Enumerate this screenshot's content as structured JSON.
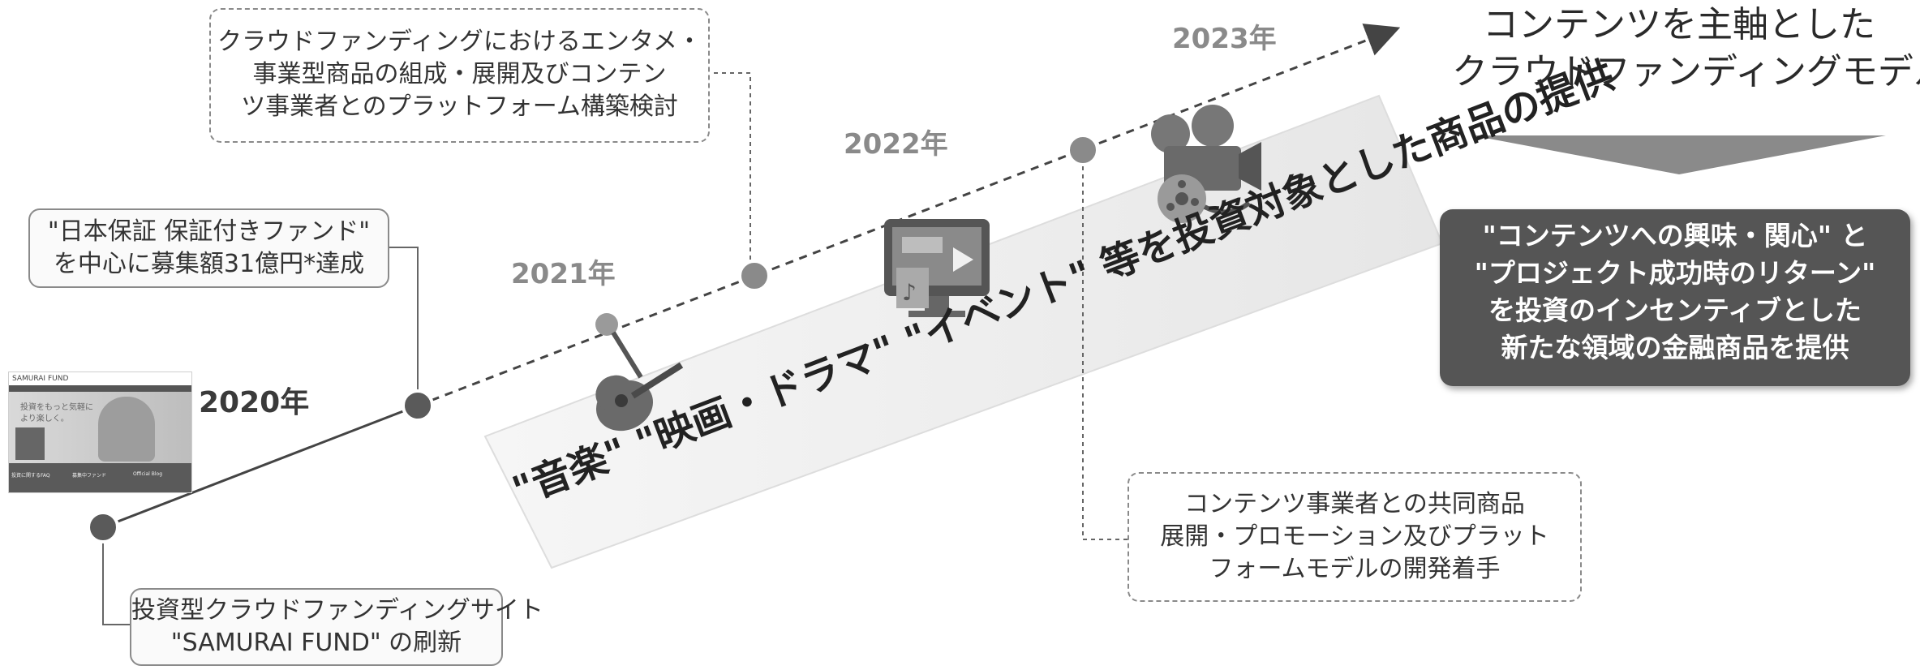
{
  "years": {
    "y2020": "2020年",
    "y2021": "2021年",
    "y2022": "2022年",
    "y2023": "2023年"
  },
  "box_2020_bottom": [
    "投資型クラウドファンディングサイト",
    "\"SAMURAI FUND\" の刷新"
  ],
  "box_2021_top": [
    "\"日本保証 保証付きファンド\"",
    "を中心に募集額31億円*達成"
  ],
  "box_2022_top": [
    "クラウドファンディングにおけるエンタメ・",
    "事業型商品の組成・展開及びコンテン",
    "ツ事業者とのプラットフォーム構築検討"
  ],
  "box_2023_bottom": [
    "コンテンツ事業者との共同商品",
    "展開・プロモーション及びプラット",
    "フォームモデルの開発着手"
  ],
  "band_text": "\"音楽\" \"映画・ドラマ\" \"イベント\" 等を投資対象とした商品の提供",
  "headline": [
    "コンテンツを主軸とした",
    "クラウドファンディングモデルへ"
  ],
  "result_box": [
    "\"コンテンツへの興味・関心\" と",
    "\"プロジェクト成功時のリターン\"",
    "を投資のインセンティブとした",
    "新たな領域の金融商品を提供"
  ],
  "site_thumbnail": {
    "brand": "SAMURAI FUND",
    "hero_text": [
      "投資をもっと気軽に",
      "より楽しく。"
    ],
    "footer_items": [
      "投資に関するFAQ",
      "募集中ファンド",
      "Official Blog"
    ]
  },
  "colors": {
    "node": "#5a5a5a",
    "node_2022": "#8a8a8a",
    "band": "#efefef",
    "result_box": "#555555",
    "arrow": "#8a8a8a"
  },
  "icons": [
    "microphone-guitar-icon",
    "monitor-media-icon",
    "film-camera-icon"
  ]
}
